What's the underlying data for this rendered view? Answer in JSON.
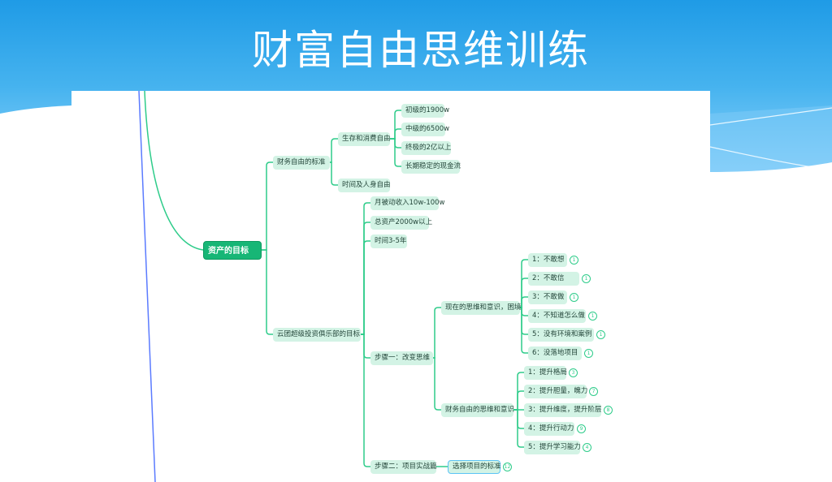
{
  "title": "财富自由思维训练",
  "mindmap": {
    "root": "资产的目标",
    "standard": {
      "label": "财务自由的标准",
      "survival": {
        "label": "生存和消费自由",
        "items": [
          "初级的1900w",
          "中级的6500w",
          "终极的2亿以上",
          "长期稳定的现金流"
        ]
      },
      "time_freedom": "时间及人身自由"
    },
    "club_goal": {
      "label": "云团超级投资俱乐部的目标",
      "items": [
        "月被动收入10w-100w",
        "总资产2000w以上",
        "时间3-5年"
      ],
      "step1": {
        "label": "步骤一：改变思维",
        "current": {
          "label": "现在的思维和意识，困境",
          "items": [
            {
              "label": "1：不敢想",
              "badge": "1"
            },
            {
              "label": "2：不敢信",
              "badge": "1"
            },
            {
              "label": "3：不敢做",
              "badge": "1"
            },
            {
              "label": "4：不知道怎么做",
              "badge": "1"
            },
            {
              "label": "5：没有环境和案例",
              "badge": "1"
            },
            {
              "label": "6：没落地项目",
              "badge": "1"
            }
          ]
        },
        "freedom": {
          "label": "财务自由的思维和意识",
          "items": [
            {
              "label": "1：提升格局",
              "badge": "3"
            },
            {
              "label": "2：提升胆量，魄力",
              "badge": "7"
            },
            {
              "label": "3：提升维度，提升阶层",
              "badge": "8"
            },
            {
              "label": "4：提升行动力",
              "badge": "9"
            },
            {
              "label": "5：提升学习能力",
              "badge": "4"
            }
          ]
        }
      },
      "step2": {
        "label": "步骤二：项目实战篇",
        "child": {
          "label": "选择项目的标准",
          "badge": "12"
        }
      }
    }
  }
}
